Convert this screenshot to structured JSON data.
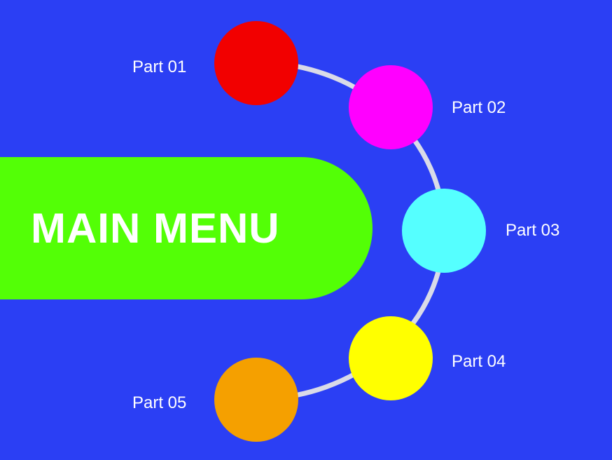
{
  "colors": {
    "background": "#2b3ff4",
    "main_menu": "#53ff06",
    "connector": "#d9dbe8",
    "text": "#ffffff"
  },
  "main_menu": {
    "label": "MAIN MENU"
  },
  "parts": [
    {
      "label": "Part 01",
      "color": "#f20000"
    },
    {
      "label": "Part 02",
      "color": "#ff00ff"
    },
    {
      "label": "Part 03",
      "color": "#55ffff"
    },
    {
      "label": "Part 04",
      "color": "#ffff00"
    },
    {
      "label": "Part 05",
      "color": "#f5a000"
    }
  ]
}
